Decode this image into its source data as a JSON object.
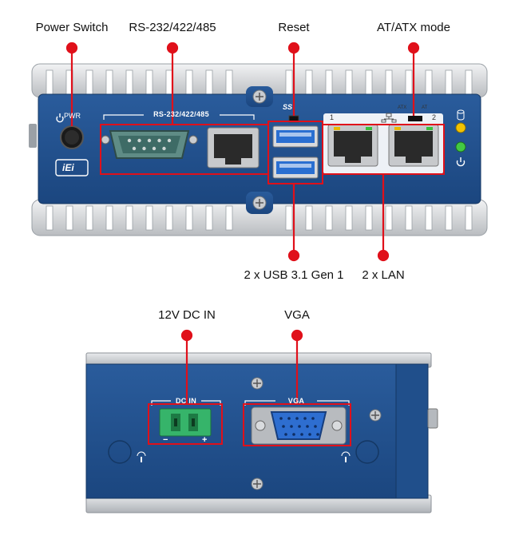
{
  "callouts": {
    "power_switch": "Power Switch",
    "rs232": "RS-232/422/485",
    "reset": "Reset",
    "at_atx_mode": "AT/ATX mode",
    "usb": "2 x USB 3.1 Gen 1",
    "lan": "2 x LAN",
    "dc_in_12v": "12V DC IN",
    "vga": "VGA"
  },
  "front_panel": {
    "pwr_label": "PWR",
    "serial_label": "RS-232/422/485",
    "usb_logo": "SS",
    "lan_port_1": "1",
    "lan_port_2": "2",
    "atx_label": "ATX",
    "at_label": "AT",
    "brand": "iEi"
  },
  "rear_panel": {
    "dc_in_label": "DC IN",
    "vga_label": "VGA",
    "minus": "−",
    "plus": "+"
  },
  "colors": {
    "chassis_blue": "#1f4f8f",
    "callout_red": "#e0101a",
    "heatsink": "#d4d6d9"
  }
}
